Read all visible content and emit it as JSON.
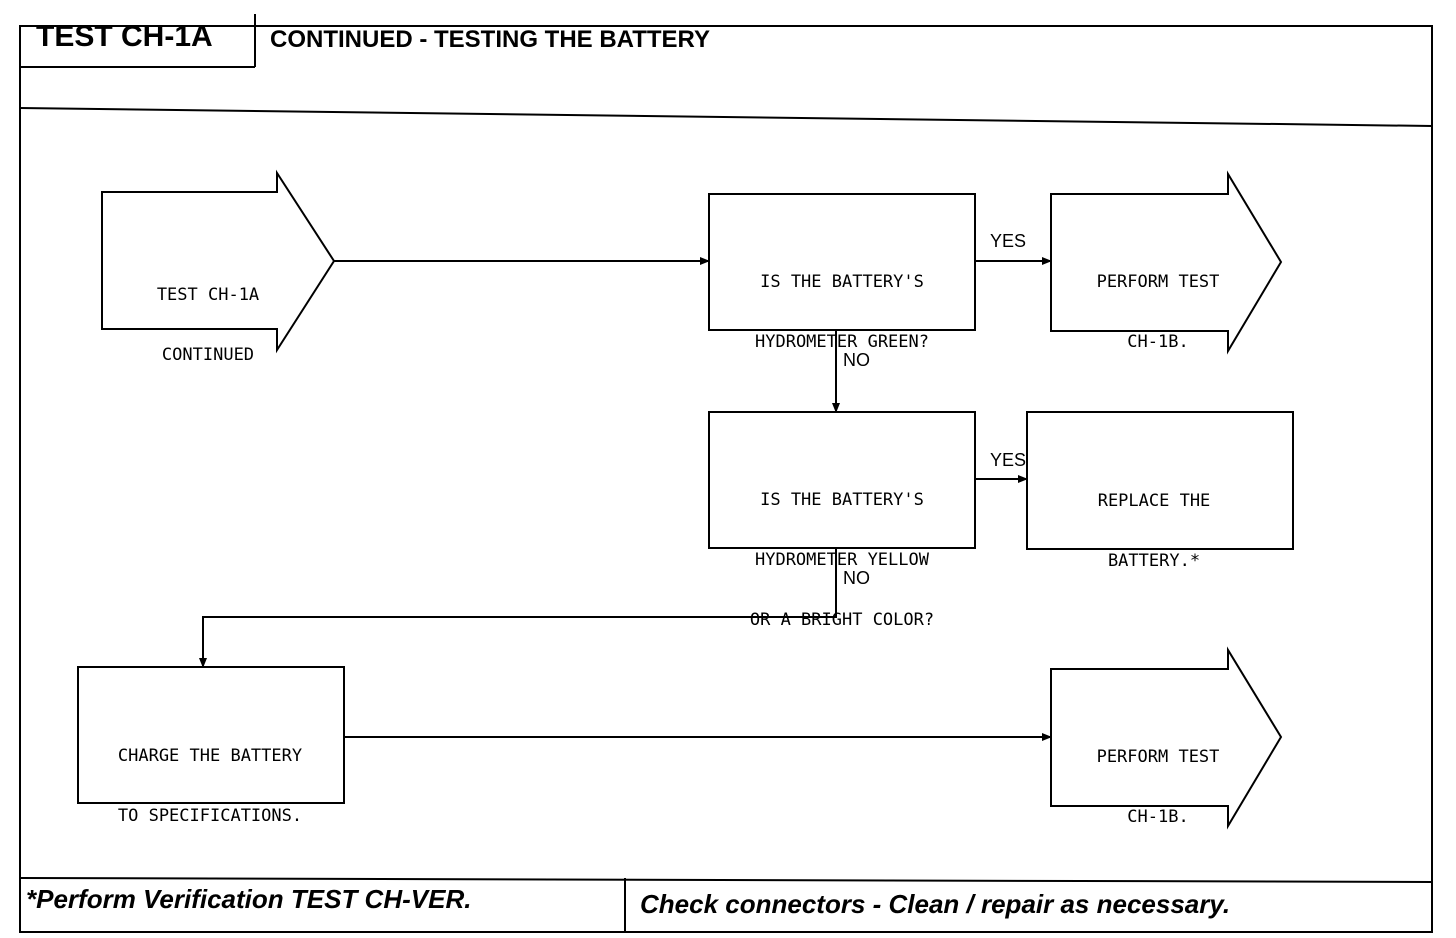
{
  "header": {
    "test_id": "TEST CH-1A",
    "title": "CONTINUED - TESTING THE BATTERY"
  },
  "nodes": {
    "start": {
      "lines": [
        "TEST CH-1A",
        "CONTINUED"
      ]
    },
    "q1": {
      "lines": [
        "IS THE BATTERY'S",
        "HYDROMETER GREEN?"
      ]
    },
    "r1": {
      "lines": [
        "PERFORM TEST",
        "CH-1B."
      ]
    },
    "q2": {
      "lines": [
        "IS THE BATTERY'S",
        "HYDROMETER YELLOW",
        "OR A BRIGHT COLOR?"
      ]
    },
    "r2": {
      "lines": [
        "REPLACE THE",
        "BATTERY.*"
      ]
    },
    "charge": {
      "lines": [
        "CHARGE THE BATTERY",
        "TO SPECIFICATIONS."
      ]
    },
    "r3": {
      "lines": [
        "PERFORM TEST",
        "CH-1B."
      ]
    }
  },
  "edges": {
    "yes1": "YES",
    "no1": "NO",
    "yes2": "YES",
    "no2": "NO"
  },
  "footer": {
    "left": "*Perform Verification TEST CH-VER.",
    "right": "Check connectors - Clean / repair as necessary."
  }
}
